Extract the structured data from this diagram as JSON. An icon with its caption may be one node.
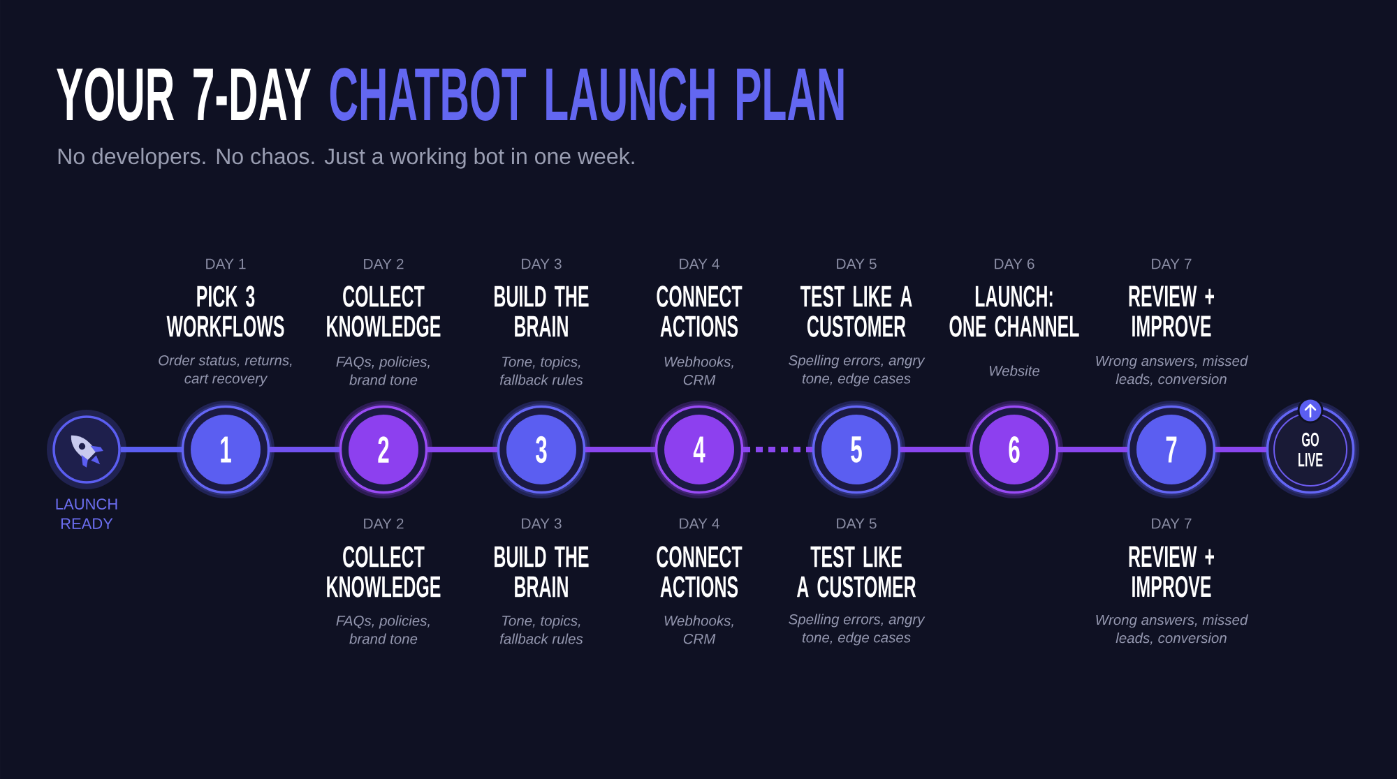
{
  "diagram": {
    "title": "YOUR 7-DAY CHATBOT LAUNCH PLAN",
    "nodes": [
      {
        "text": [],
        "shape": "circle",
        "beside": [
          "LAUNCH READY"
        ]
      },
      {
        "text": [
          "1"
        ],
        "beside": [
          "DAY 1",
          "PICK 3 WORKFLOWS",
          "Order status, returns, cart recovery"
        ]
      },
      {
        "text": [
          "2"
        ],
        "beside": [
          "DAY 2",
          "COLLECT KNOWLEDGE",
          "FAQs, policies, brand tone",
          "DAY 2",
          "COLLECT KNOWLEDGE",
          "FAQs, policies, brand tone"
        ]
      },
      {
        "text": [
          "3"
        ],
        "beside": [
          "DAY 3",
          "BUILD THE BRAIN",
          "Tone, topics, fallback rules",
          "DAY 3",
          "BUILD THE BRAIN",
          "Tone, topics, fallback rules"
        ]
      },
      {
        "text": [
          "4"
        ],
        "beside": [
          "DAY 4",
          "CONNECT ACTIONS",
          "Webhooks, CRM",
          "DAY 4",
          "CONNECT ACTIONS",
          "Webhooks, CRM"
        ]
      },
      {
        "text": [
          "5"
        ],
        "beside": [
          "DAY 5",
          "TEST LIKE A CUSTOMER",
          "Spelling errors, angry tone, edge cases",
          "DAY 5",
          "TEST LIKE A CUSTOMER",
          "Spelling errors, angry tone, edge cases"
        ]
      },
      {
        "text": [
          "6"
        ],
        "beside": [
          "DAY 6",
          "LAUNCH: ONE CHANNEL",
          "Website"
        ]
      },
      {
        "text": [
          "7"
        ],
        "beside": [
          "DAY 7",
          "REVIEW + IMPROVE",
          "Wrong answers, missed leads, conversion",
          "DAY 7",
          "REVIEW + IMPROVE",
          "Wrong answers, missed leads, conversion"
        ]
      },
      {
        "text": [
          "GO LIVE"
        ]
      }
    ],
    "edges": [
      {
        "from": 0,
        "to": 1,
        "arrow": "none",
        "color": "#5b5ef1"
      },
      {
        "from": 1,
        "to": 2,
        "arrow": "none",
        "color": "#7152f0"
      },
      {
        "from": 2,
        "to": 3,
        "arrow": "none"
      },
      {
        "from": 3,
        "to": 4,
        "arrow": "none"
      },
      {
        "from": 4,
        "to": 5,
        "arrow": "none",
        "style": "dashed"
      },
      {
        "from": 5,
        "to": 6,
        "arrow": "none"
      },
      {
        "from": 6,
        "to": 7,
        "arrow": "none"
      },
      {
        "from": 7,
        "to": 8,
        "arrow": "none"
      }
    ],
    "labels": [
      "No developers. No chaos. Just a working bot in one week."
    ]
  }
}
